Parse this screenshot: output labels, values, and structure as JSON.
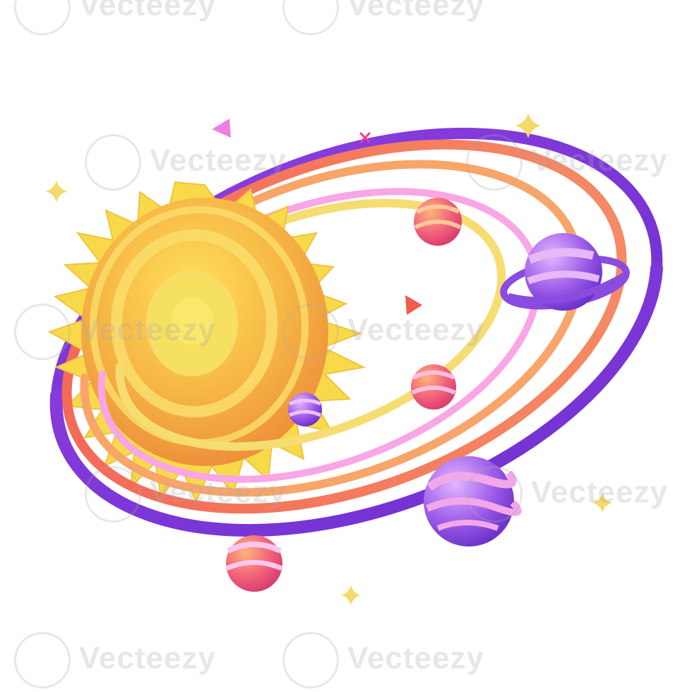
{
  "watermark": {
    "text": "Vecteezy"
  },
  "palette": {
    "purple_ring": "#7d35d8",
    "coral_ring": "#f36a58",
    "orange_ring": "#f8a56a",
    "pink_ring": "#f8a6e6",
    "yellow_ring": "#f6dd72",
    "sun_orange": "#f5a142",
    "sun_yellow": "#f7d84a",
    "planet_pink": "#f0577f",
    "planet_purple": "#8a4be0",
    "sparkle": "#f5d96b",
    "triangle_pink": "#ee7fe0",
    "triangle_red": "#f25a4a"
  },
  "icons": [
    "sun",
    "orbit-ring",
    "ringed-planet",
    "striped-planet",
    "sparkle-star",
    "triangle-confetti",
    "cross-confetti"
  ]
}
